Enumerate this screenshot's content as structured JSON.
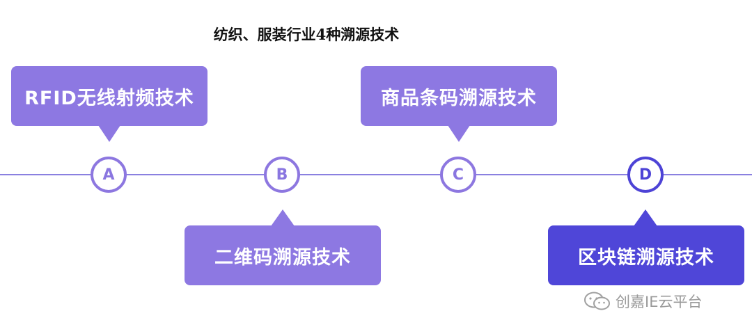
{
  "title": "纺织、服装行业4种溯源技术",
  "items": [
    {
      "letter": "A",
      "label": "RFID无线射频技术"
    },
    {
      "letter": "B",
      "label": "二维码溯源技术"
    },
    {
      "letter": "C",
      "label": "商品条码溯源技术"
    },
    {
      "letter": "D",
      "label": "区块链溯源技术"
    }
  ],
  "watermark": {
    "icon": "wechat-icon",
    "text": "创嘉IE云平台"
  },
  "colors": {
    "light": "#8d78e2",
    "dark": "#4f46d8",
    "line": "#8a80e0"
  }
}
